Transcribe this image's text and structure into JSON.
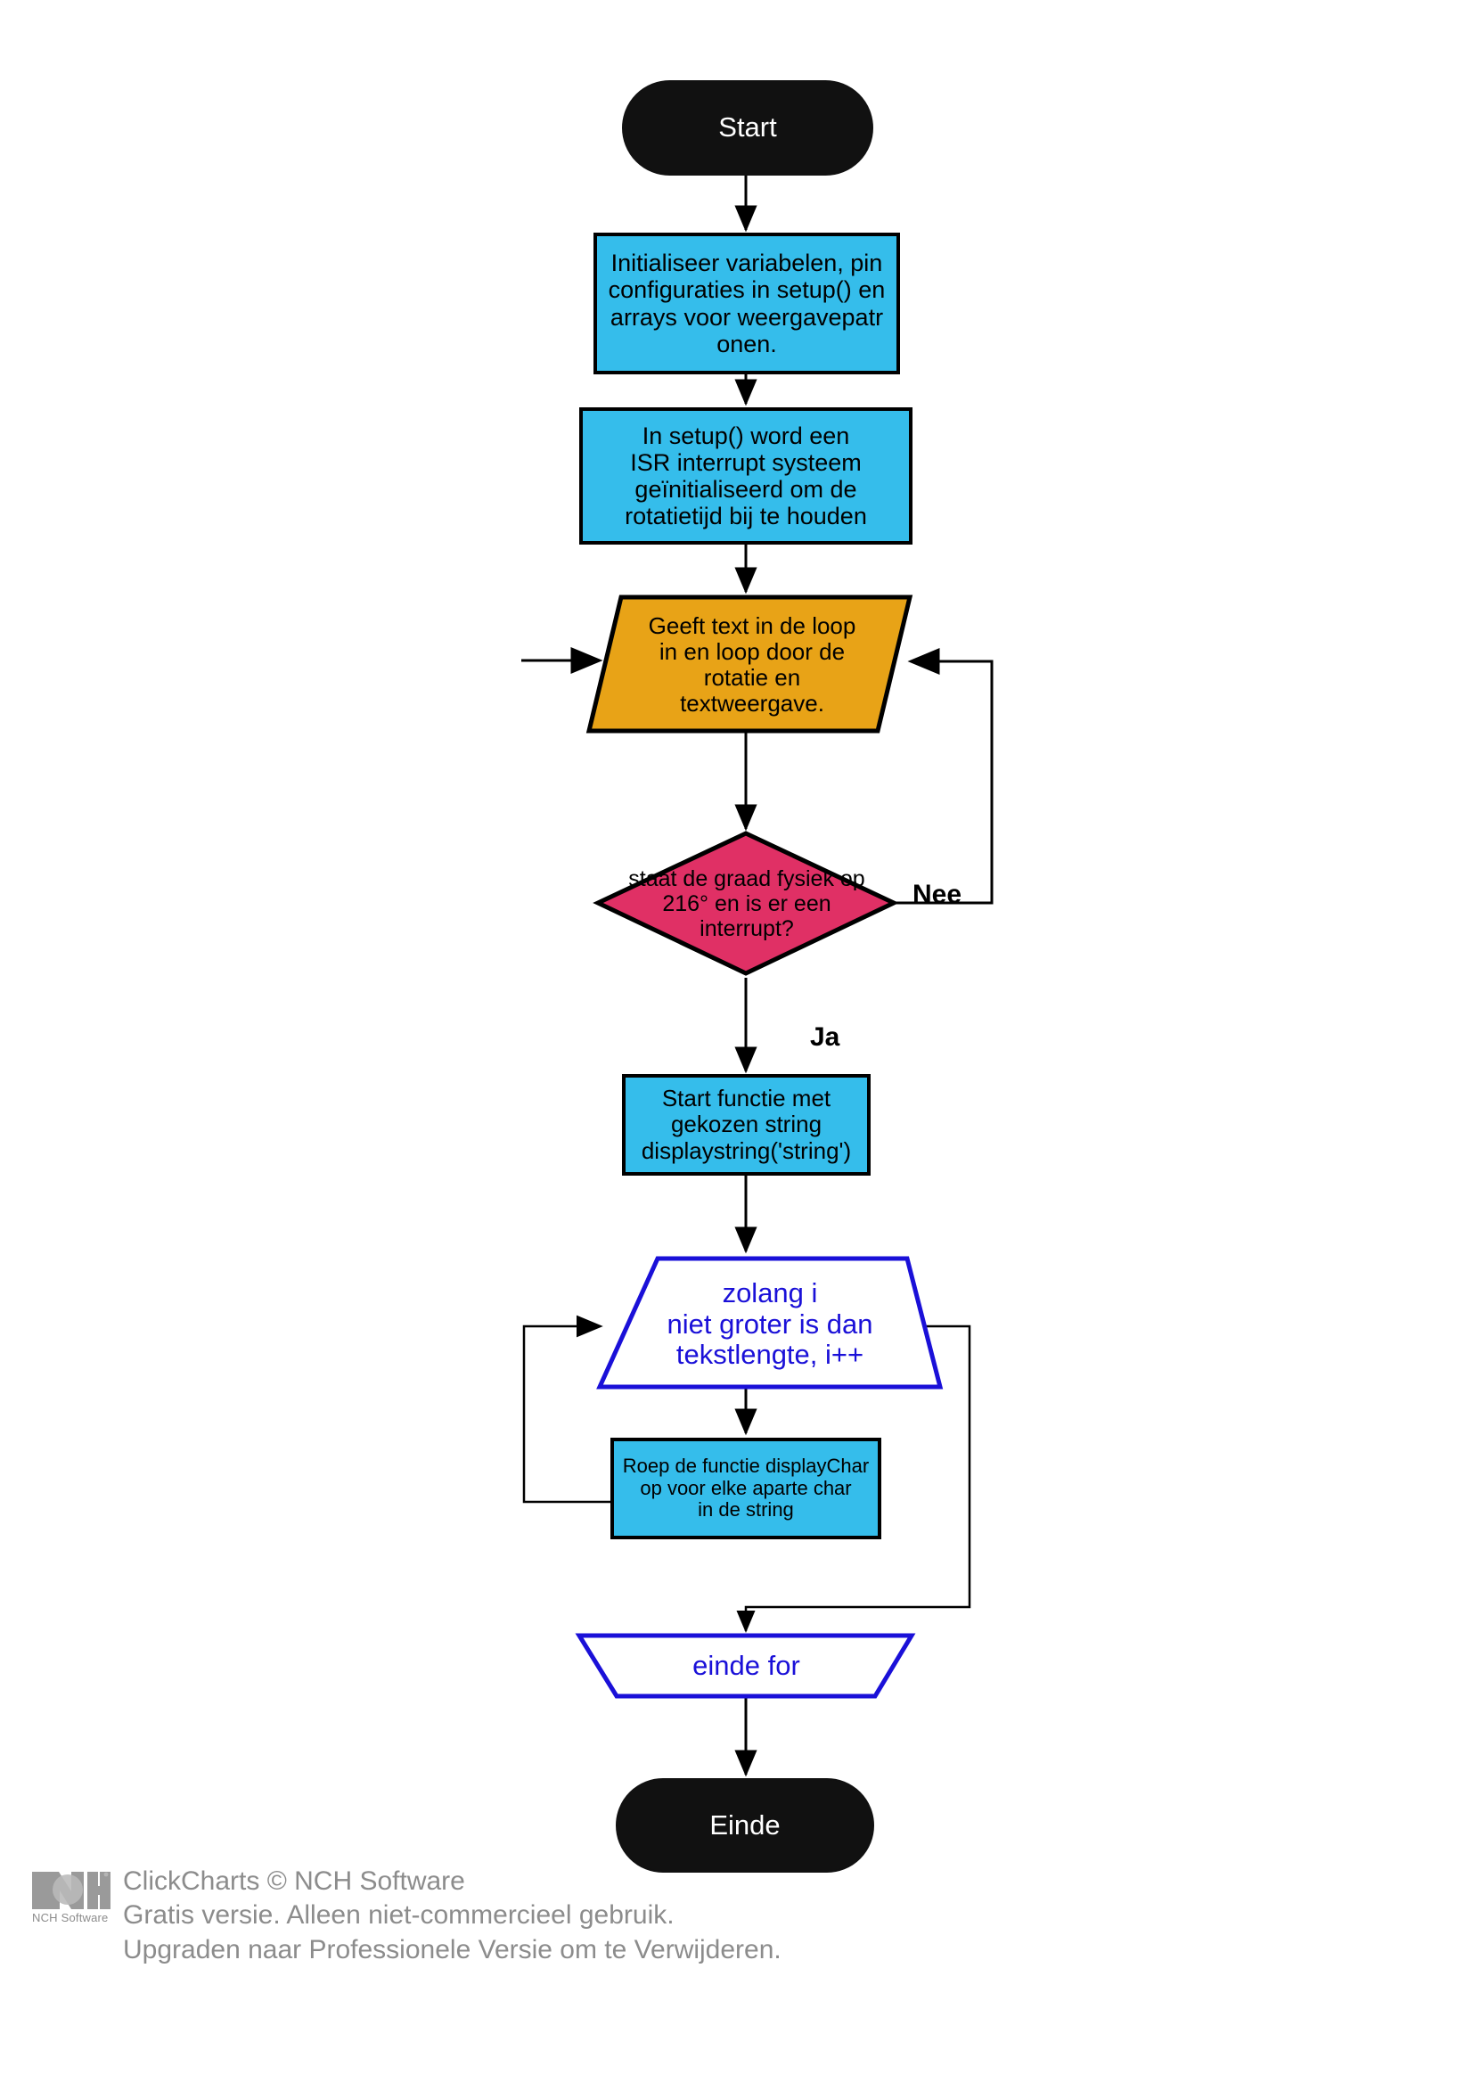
{
  "document": {
    "title": "Flowchart",
    "language": "nl"
  },
  "colors": {
    "terminal_fill": "#111111",
    "terminal_text": "#ffffff",
    "process_fill": "#35bdeb",
    "process_stroke": "#000000",
    "io_fill": "#e8a317",
    "io_stroke": "#000000",
    "decision_fill": "#e03065",
    "decision_stroke": "#000000",
    "loop_stroke": "#1a10d8",
    "loop_text": "#1a10d8",
    "connector": "#000000",
    "footer_text": "#8c8c8c"
  },
  "chart_data": {
    "type": "diagram",
    "diagram_kind": "flowchart",
    "title": "Flowchart",
    "nodes": [
      {
        "id": "start",
        "shape": "terminal",
        "label": "Start"
      },
      {
        "id": "init",
        "shape": "process",
        "label": "Initialiseer variabelen, pin\nconfiguraties in setup() en\narrays voor weergavepatr\nonen."
      },
      {
        "id": "isr",
        "shape": "process",
        "label": "In setup() word een\nISR interrupt systeem\ngeïnitialiseerd om de\nrotatietijd bij te houden"
      },
      {
        "id": "loop",
        "shape": "parallelogram",
        "label": "Geeft text in de loop\nin en loop door de\nrotatie en\ntextweergave."
      },
      {
        "id": "decision",
        "shape": "decision",
        "label": "staat de graad fysiek op\n216° en is er een\ninterrupt?"
      },
      {
        "id": "startfunc",
        "shape": "process",
        "label": "Start functie met\ngekozen string\ndisplaystring('string')"
      },
      {
        "id": "forstart",
        "shape": "loop-start",
        "label": "zolang i\nniet groter is dan\ntekstlengte, i++"
      },
      {
        "id": "displaychar",
        "shape": "process",
        "label": "Roep de functie displayChar\nop voor elke aparte char\nin de string"
      },
      {
        "id": "forend",
        "shape": "loop-end",
        "label": "einde for"
      },
      {
        "id": "einde",
        "shape": "terminal",
        "label": "Einde"
      }
    ],
    "edges": [
      {
        "from": "start",
        "to": "init",
        "label": ""
      },
      {
        "from": "init",
        "to": "isr",
        "label": ""
      },
      {
        "from": "isr",
        "to": "loop",
        "label": ""
      },
      {
        "from": "external",
        "to": "loop",
        "label": ""
      },
      {
        "from": "loop",
        "to": "decision",
        "label": ""
      },
      {
        "from": "decision",
        "to": "loop",
        "label": "Nee"
      },
      {
        "from": "decision",
        "to": "startfunc",
        "label": "Ja"
      },
      {
        "from": "startfunc",
        "to": "forstart",
        "label": ""
      },
      {
        "from": "forstart",
        "to": "displaychar",
        "label": ""
      },
      {
        "from": "displaychar",
        "to": "forstart",
        "label": ""
      },
      {
        "from": "forstart",
        "to": "forend",
        "label": ""
      },
      {
        "from": "forend",
        "to": "einde",
        "label": ""
      }
    ]
  },
  "nodes": {
    "start": {
      "label": "Start"
    },
    "init": {
      "label": "Initialiseer variabelen, pin\nconfiguraties in setup() en\narrays voor weergavepatr\nonen."
    },
    "isr": {
      "label": "In setup() word een\nISR interrupt systeem\ngeïnitialiseerd om de\nrotatietijd bij te houden"
    },
    "loop": {
      "label": "Geeft text in de loop\nin en loop door de\nrotatie en\ntextweergave."
    },
    "decision": {
      "label": "staat de graad fysiek op\n216° en is er een\ninterrupt?"
    },
    "startfunc": {
      "label": "Start functie met\ngekozen string\ndisplaystring('string')"
    },
    "forstart": {
      "label": "zolang i\nniet groter is dan\ntekstlengte, i++"
    },
    "displaychar": {
      "label": "Roep de functie displayChar\nop voor elke aparte char\nin de string"
    },
    "forend": {
      "label": "einde for"
    },
    "einde": {
      "label": "Einde"
    }
  },
  "edge_labels": {
    "nee": "Nee",
    "ja": "Ja"
  },
  "footer": {
    "logo_text": "NCH",
    "logo_subtext": "NCH Software",
    "line1": "ClickCharts © NCH Software",
    "line2": "Gratis versie. Alleen niet-commercieel gebruik.",
    "line3": "Upgraden naar Professionele Versie om te Verwijderen."
  }
}
